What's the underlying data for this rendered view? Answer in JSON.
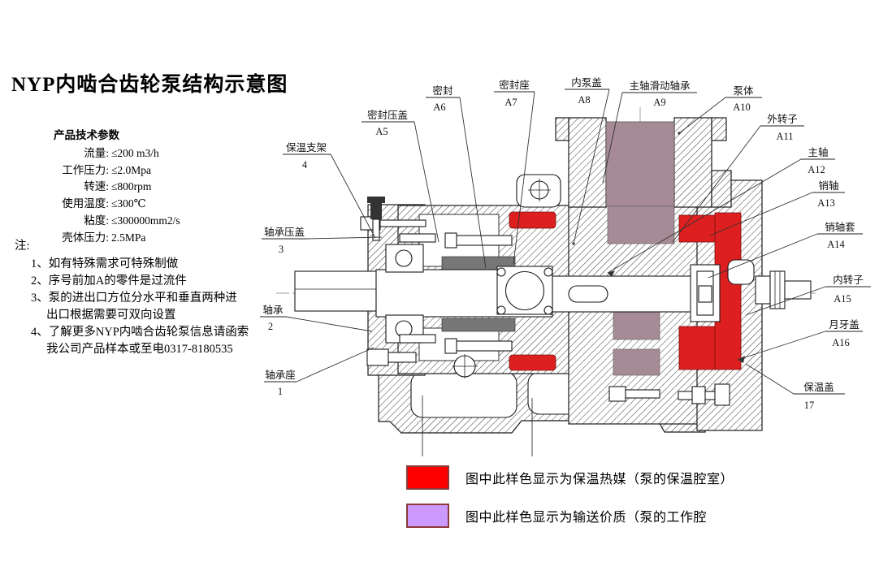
{
  "title": "NYP内啮合齿轮泵结构示意图",
  "specs": {
    "header": "产品技术参数",
    "items": [
      {
        "label": "流量:",
        "value": "≤200 m3/h"
      },
      {
        "label": "工作压力:",
        "value": "≤2.0Mpa"
      },
      {
        "label": "转速:",
        "value": "≤800rpm"
      },
      {
        "label": "使用温度:",
        "value": "≤300℃"
      },
      {
        "label": "粘度:",
        "value": "≤300000mm2/s"
      },
      {
        "label": "壳体压力:",
        "value": "2.5MPa"
      }
    ]
  },
  "notes": {
    "header": "注:",
    "lines": [
      "1、如有特殊需求可特殊制做",
      "2、序号前加A的零件是过流件",
      "3、泵的进出口方位分水平和垂直两种进",
      "出口根据需要可双向设置",
      "4、了解更多NYP内啮合齿轮泵信息请函索",
      "我公司产品样本或至电0317-8180535"
    ]
  },
  "parts": [
    {
      "name": "轴承座",
      "code": "1"
    },
    {
      "name": "轴承",
      "code": "2"
    },
    {
      "name": "轴承压盖",
      "code": "3"
    },
    {
      "name": "保温支架",
      "code": "4"
    },
    {
      "name": "密封压盖",
      "code": "A5"
    },
    {
      "name": "密封",
      "code": "A6"
    },
    {
      "name": "密封座",
      "code": "A7"
    },
    {
      "name": "内泵盖",
      "code": "A8"
    },
    {
      "name": "主轴滑动轴承",
      "code": "A9"
    },
    {
      "name": "泵体",
      "code": "A10"
    },
    {
      "name": "外转子",
      "code": "A11"
    },
    {
      "name": "主轴",
      "code": "A12"
    },
    {
      "name": "销轴",
      "code": "A13"
    },
    {
      "name": "销轴套",
      "code": "A14"
    },
    {
      "name": "内转子",
      "code": "A15"
    },
    {
      "name": "月牙盖",
      "code": "A16"
    },
    {
      "name": "保温盖",
      "code": "17"
    }
  ],
  "legend": [
    {
      "swatch": "#ff0000",
      "text": "图中此样色显示为保温热媒（泵的保温腔室）"
    },
    {
      "swatch": "#cc99ff",
      "text": "图中此样色显示为输送价质（泵的工作腔"
    }
  ],
  "colors": {
    "heat_medium_red": "#dd1f1f",
    "working_chamber_purple": "#a68b96"
  }
}
